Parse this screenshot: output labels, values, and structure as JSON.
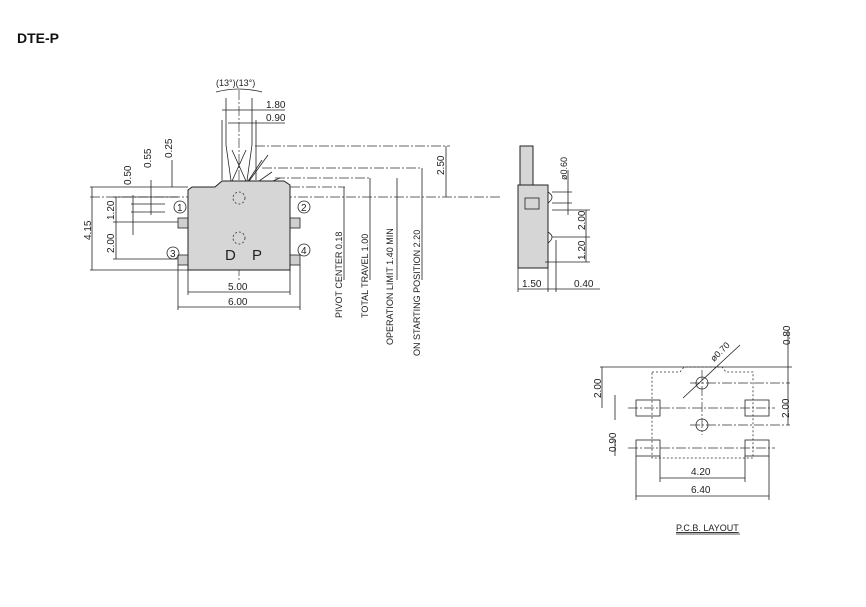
{
  "title": "DTE-P",
  "front_view": {
    "angles": "(13°)(13°)",
    "dim_1_80": "1.80",
    "dim_0_90": "0.90",
    "dim_4_15": "4.15",
    "dim_1_20": "1.20",
    "dim_2_00": "2.00",
    "dim_0_50": "0.50",
    "dim_0_55": "0.55",
    "dim_0_25": "0.25",
    "dim_5_00": "5.00",
    "dim_6_00": "6.00",
    "dim_2_50": "2.50",
    "terminals": [
      "1",
      "2",
      "3",
      "4"
    ],
    "marking_d": "D",
    "marking_p": "P",
    "pivot_center": "PIVOT  CENTER   0.18",
    "total_travel": "TOTAL  TRAVEL   1.00",
    "operation_limit": "OPERATION  LIMIT   1.40  MIN",
    "starting_position": "ON  STARTING  POSITION   2.20"
  },
  "side_view": {
    "dia_0_60": "ø0.60",
    "dim_2_00": "2.00",
    "dim_1_20": "1.20",
    "dim_1_50": "1.50",
    "dim_0_40": "0.40"
  },
  "pcb_layout": {
    "label": "P.C.B.  LAYOUT",
    "dim_0_80": "0.80",
    "dia_0_70": "ø0.70",
    "dim_2_00_left": "2.00",
    "dim_2_00_right": "2.00",
    "dim_0_90": "0.90",
    "dim_4_20": "4.20",
    "dim_6_40": "6.40"
  }
}
